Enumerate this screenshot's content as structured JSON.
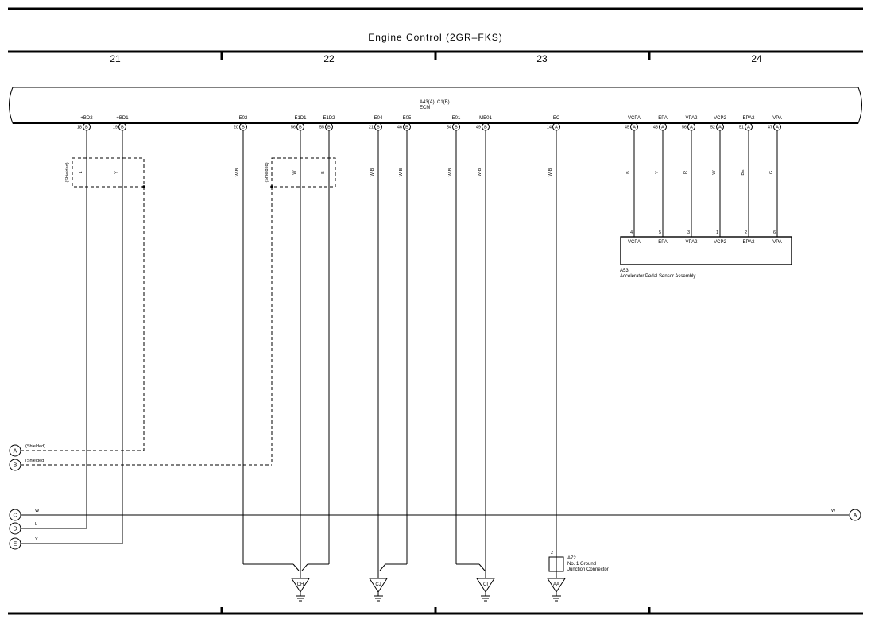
{
  "title": "Engine Control (2GR–FKS)",
  "columns": [
    "21",
    "22",
    "23",
    "24"
  ],
  "ecm": {
    "connectors": "A43(A), C1(B)",
    "name": "ECM"
  },
  "ecm_pins": [
    {
      "name": "+BD2",
      "num": "18",
      "conn": "B"
    },
    {
      "name": "+BD1",
      "num": "19",
      "conn": "B"
    },
    {
      "name": "E02",
      "num": "20",
      "conn": "B"
    },
    {
      "name": "E1D1",
      "num": "56",
      "conn": "B"
    },
    {
      "name": "E1D2",
      "num": "55",
      "conn": "B"
    },
    {
      "name": "E04",
      "num": "21",
      "conn": "B"
    },
    {
      "name": "E05",
      "num": "46",
      "conn": "B"
    },
    {
      "name": "E01",
      "num": "54",
      "conn": "B"
    },
    {
      "name": "ME01",
      "num": "49",
      "conn": "B"
    },
    {
      "name": "EC",
      "num": "14",
      "conn": "A"
    },
    {
      "name": "VCPA",
      "num": "45",
      "conn": "A"
    },
    {
      "name": "EPA",
      "num": "48",
      "conn": "A"
    },
    {
      "name": "VPA2",
      "num": "56",
      "conn": "A"
    },
    {
      "name": "VCP2",
      "num": "52",
      "conn": "A"
    },
    {
      "name": "EPA2",
      "num": "51",
      "conn": "A"
    },
    {
      "name": "VPA",
      "num": "47",
      "conn": "A"
    }
  ],
  "wire_colors": [
    "L",
    "Y",
    "W-B",
    "W",
    "B",
    "W-B",
    "W-B",
    "W-B",
    "W-B",
    "W-B",
    "B",
    "Y",
    "R",
    "W",
    "BE",
    "G"
  ],
  "shielded_label": "(Shielded)",
  "sensor": {
    "id": "A53",
    "name": "Accelerator Pedal Sensor Assembly",
    "pins": [
      {
        "num": "4",
        "name": "VCPA"
      },
      {
        "num": "5",
        "name": "EPA"
      },
      {
        "num": "3",
        "name": "VPA2"
      },
      {
        "num": "1",
        "name": "VCP2"
      },
      {
        "num": "2",
        "name": "EPA2"
      },
      {
        "num": "6",
        "name": "VPA"
      }
    ]
  },
  "junction": {
    "pin": "2",
    "id": "A72",
    "line1": "No. 1 Ground",
    "line2": "Junction Connector"
  },
  "left_refs": [
    {
      "letter": "A",
      "label": "(Shielded)"
    },
    {
      "letter": "B",
      "label": "(Shielded)"
    },
    {
      "letter": "C",
      "label": "W"
    },
    {
      "letter": "D",
      "label": "L"
    },
    {
      "letter": "E",
      "label": "Y"
    }
  ],
  "right_ref": {
    "letter": "A",
    "label": "W"
  },
  "grounds": [
    "CH",
    "CJ",
    "CI",
    "AA"
  ]
}
